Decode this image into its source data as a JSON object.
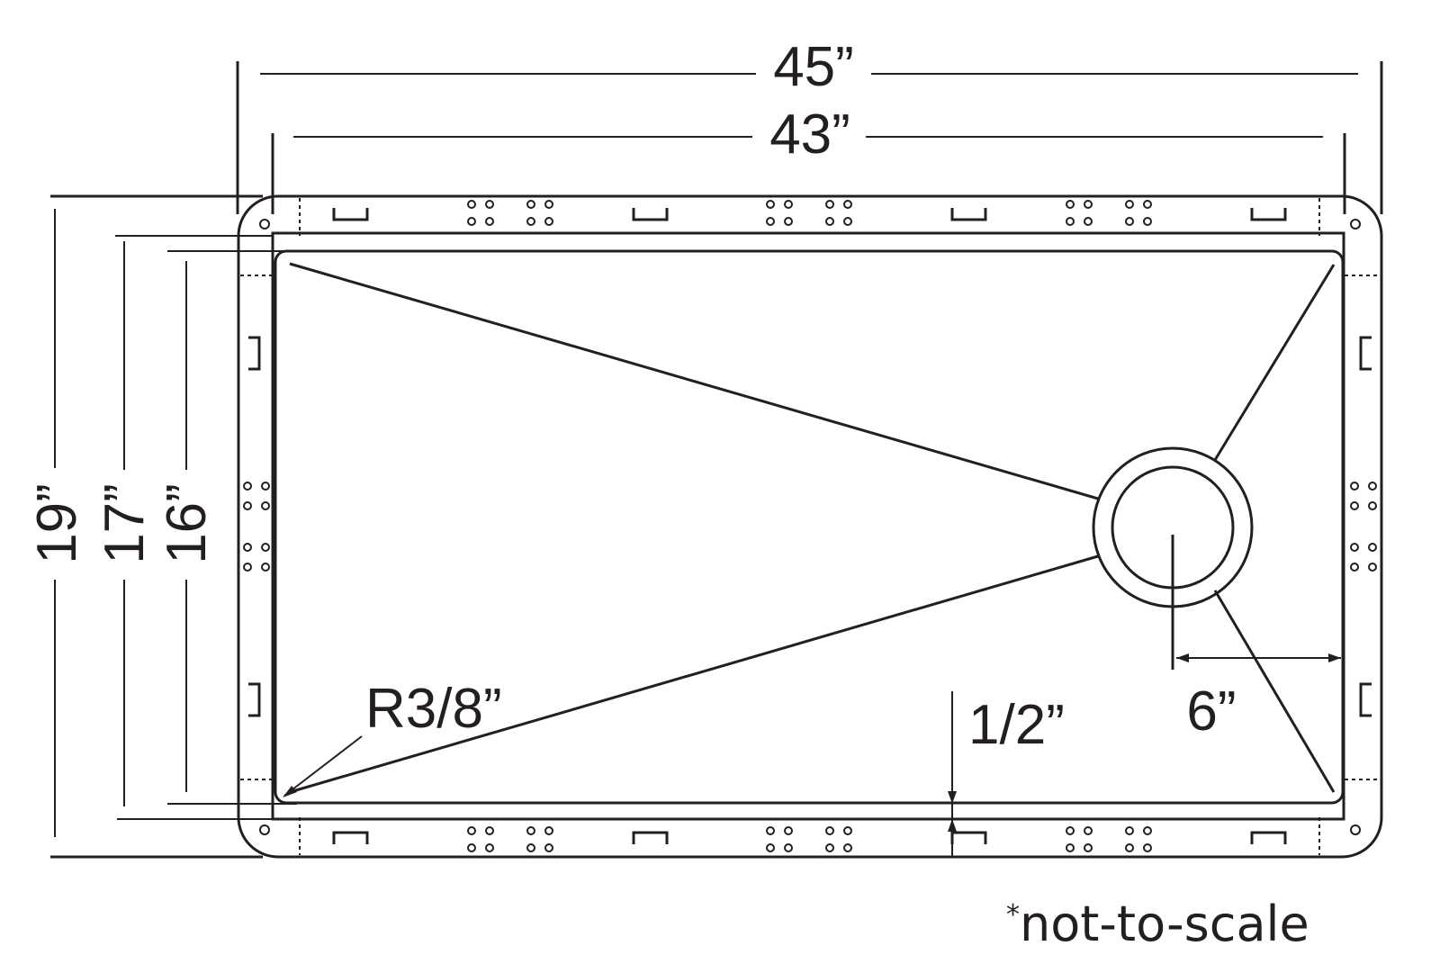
{
  "dimensions": {
    "overall_width": "45”",
    "flange_width": "43”",
    "overall_depth": "19”",
    "flange_depth": "17”",
    "bowl_depth": "16”",
    "corner_radius": "R3/8”",
    "rim_offset": "1/2”",
    "drain_offset": "6”"
  },
  "note": {
    "asterisk": "*",
    "text": "not-to-scale"
  }
}
